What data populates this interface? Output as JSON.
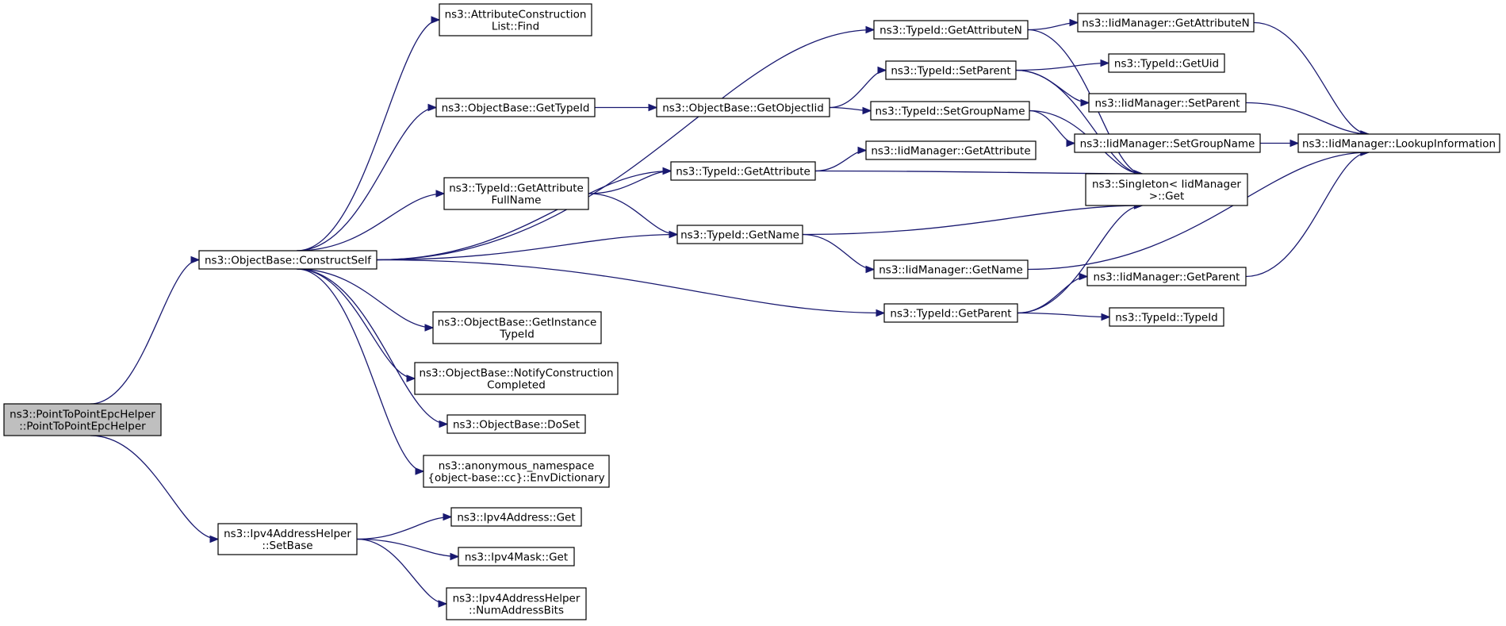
{
  "diagram": {
    "colors": {
      "edge": "#191970",
      "node_fill": "#ffffff",
      "root_fill": "#bfbfbf",
      "border": "#000000"
    },
    "nodes": [
      {
        "id": "root",
        "lines": [
          "ns3::PointToPointEpcHelper",
          "::PointToPointEpcHelper"
        ],
        "highlight": true
      },
      {
        "id": "construct_self",
        "lines": [
          "ns3::ObjectBase::ConstructSelf"
        ]
      },
      {
        "id": "ipv4addrhelper_setbase",
        "lines": [
          "ns3::Ipv4AddressHelper",
          "::SetBase"
        ]
      },
      {
        "id": "attr_list_find",
        "lines": [
          "ns3::AttributeConstruction",
          "List::Find"
        ]
      },
      {
        "id": "objbase_gettypeid",
        "lines": [
          "ns3::ObjectBase::GetTypeId"
        ]
      },
      {
        "id": "typeid_getattrfullname",
        "lines": [
          "ns3::TypeId::GetAttribute",
          "FullName"
        ]
      },
      {
        "id": "objbase_getinstancetypeid",
        "lines": [
          "ns3::ObjectBase::GetInstance",
          "TypeId"
        ]
      },
      {
        "id": "objbase_notifyconstruction",
        "lines": [
          "ns3::ObjectBase::NotifyConstruction",
          "Completed"
        ]
      },
      {
        "id": "objbase_doset",
        "lines": [
          "ns3::ObjectBase::DoSet"
        ]
      },
      {
        "id": "anon_envdictionary",
        "lines": [
          "ns3::anonymous_namespace",
          "{object-base::cc}::EnvDictionary"
        ]
      },
      {
        "id": "ipv4address_get",
        "lines": [
          "ns3::Ipv4Address::Get"
        ]
      },
      {
        "id": "ipv4mask_get",
        "lines": [
          "ns3::Ipv4Mask::Get"
        ]
      },
      {
        "id": "ipv4addrhelper_numaddrbits",
        "lines": [
          "ns3::Ipv4AddressHelper",
          "::NumAddressBits"
        ]
      },
      {
        "id": "objbase_getobjectiid",
        "lines": [
          "ns3::ObjectBase::GetObjectIid"
        ]
      },
      {
        "id": "typeid_getattribute",
        "lines": [
          "ns3::TypeId::GetAttribute"
        ]
      },
      {
        "id": "typeid_getname",
        "lines": [
          "ns3::TypeId::GetName"
        ]
      },
      {
        "id": "typeid_getattributen",
        "lines": [
          "ns3::TypeId::GetAttributeN"
        ]
      },
      {
        "id": "typeid_setparent",
        "lines": [
          "ns3::TypeId::SetParent"
        ]
      },
      {
        "id": "typeid_setgroupname",
        "lines": [
          "ns3::TypeId::SetGroupName"
        ]
      },
      {
        "id": "iidmgr_getattribute",
        "lines": [
          "ns3::IidManager::GetAttribute"
        ]
      },
      {
        "id": "iidmgr_getname",
        "lines": [
          "ns3::IidManager::GetName"
        ]
      },
      {
        "id": "typeid_getparent",
        "lines": [
          "ns3::TypeId::GetParent"
        ]
      },
      {
        "id": "iidmgr_getattributen",
        "lines": [
          "ns3::IidManager::GetAttributeN"
        ]
      },
      {
        "id": "typeid_getuid",
        "lines": [
          "ns3::TypeId::GetUid"
        ]
      },
      {
        "id": "iidmgr_setparent",
        "lines": [
          "ns3::IidManager::SetParent"
        ]
      },
      {
        "id": "iidmgr_setgroupname",
        "lines": [
          "ns3::IidManager::SetGroupName"
        ]
      },
      {
        "id": "singleton_get",
        "lines": [
          "ns3::Singleton< IidManager",
          " >::Get"
        ]
      },
      {
        "id": "iidmgr_getparent",
        "lines": [
          "ns3::IidManager::GetParent"
        ]
      },
      {
        "id": "typeid_typeid",
        "lines": [
          "ns3::TypeId::TypeId"
        ]
      },
      {
        "id": "iidmgr_lookupinformation",
        "lines": [
          "ns3::IidManager::LookupInformation"
        ]
      }
    ],
    "edges": [
      [
        "root",
        "construct_self"
      ],
      [
        "root",
        "ipv4addrhelper_setbase"
      ],
      [
        "construct_self",
        "attr_list_find"
      ],
      [
        "construct_self",
        "typeid_getattributen"
      ],
      [
        "construct_self",
        "objbase_gettypeid"
      ],
      [
        "construct_self",
        "typeid_getattribute"
      ],
      [
        "construct_self",
        "typeid_getattrfullname"
      ],
      [
        "construct_self",
        "typeid_getname"
      ],
      [
        "construct_self",
        "typeid_getparent"
      ],
      [
        "construct_self",
        "objbase_getinstancetypeid"
      ],
      [
        "construct_self",
        "objbase_notifyconstruction"
      ],
      [
        "construct_self",
        "objbase_doset"
      ],
      [
        "construct_self",
        "anon_envdictionary"
      ],
      [
        "objbase_gettypeid",
        "objbase_getobjectiid"
      ],
      [
        "objbase_getobjectiid",
        "typeid_setparent"
      ],
      [
        "objbase_getobjectiid",
        "typeid_setgroupname"
      ],
      [
        "typeid_getattrfullname",
        "typeid_getattribute"
      ],
      [
        "typeid_getattrfullname",
        "typeid_getname"
      ],
      [
        "typeid_getattribute",
        "iidmgr_getattribute"
      ],
      [
        "typeid_getattribute",
        "singleton_get"
      ],
      [
        "typeid_getname",
        "singleton_get"
      ],
      [
        "typeid_getname",
        "iidmgr_getname"
      ],
      [
        "typeid_getattributen",
        "iidmgr_getattributen"
      ],
      [
        "typeid_getattributen",
        "singleton_get"
      ],
      [
        "typeid_setparent",
        "typeid_getuid"
      ],
      [
        "typeid_setparent",
        "iidmgr_setparent"
      ],
      [
        "typeid_setparent",
        "singleton_get"
      ],
      [
        "typeid_setgroupname",
        "iidmgr_setgroupname"
      ],
      [
        "typeid_setgroupname",
        "singleton_get"
      ],
      [
        "typeid_getparent",
        "singleton_get"
      ],
      [
        "typeid_getparent",
        "iidmgr_getparent"
      ],
      [
        "typeid_getparent",
        "typeid_typeid"
      ],
      [
        "iidmgr_getname",
        "iidmgr_lookupinformation"
      ],
      [
        "iidmgr_getattributen",
        "iidmgr_lookupinformation"
      ],
      [
        "iidmgr_setparent",
        "iidmgr_lookupinformation"
      ],
      [
        "iidmgr_setgroupname",
        "iidmgr_lookupinformation"
      ],
      [
        "iidmgr_getparent",
        "iidmgr_lookupinformation"
      ],
      [
        "ipv4addrhelper_setbase",
        "ipv4address_get"
      ],
      [
        "ipv4addrhelper_setbase",
        "ipv4mask_get"
      ],
      [
        "ipv4addrhelper_setbase",
        "ipv4addrhelper_numaddrbits"
      ]
    ]
  }
}
